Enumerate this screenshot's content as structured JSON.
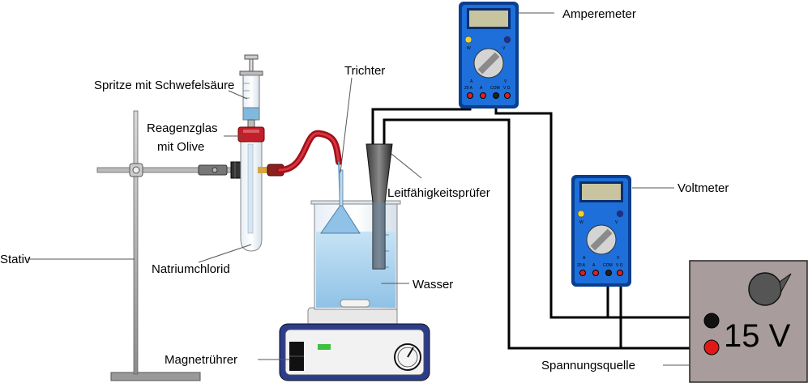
{
  "labels": {
    "spritze": "Spritze mit Schwefelsäure",
    "reagenzglas_1": "Reagenzglas",
    "reagenzglas_2": "mit Olive",
    "trichter": "Trichter",
    "amperemeter": "Amperemeter",
    "leitfaehigkeit": "Leitfähigkeitsprüfer",
    "voltmeter": "Voltmeter",
    "stativ": "Stativ",
    "natriumchlorid": "Natriumchlorid",
    "wasser": "Wasser",
    "magnetruehrer": "Magnetrührer",
    "spannungsquelle": "Spannungsquelle"
  },
  "power_supply": {
    "voltage": "15 V"
  },
  "meter_terminals": [
    "20 A",
    "A",
    "COM",
    "V Ω"
  ],
  "meter_marks": {
    "w": "W",
    "v": "V",
    "a": "A"
  },
  "colors": {
    "meter_body": "#1e6fd9",
    "meter_frame": "#0a3f8f",
    "display": "#c9c4a0",
    "water": "#a9d3ee",
    "tube_red": "#c0202a",
    "supply_box": "#a89c9c",
    "stirrer_body": "#2c3c8c",
    "stirrer_green": "#3cc23c"
  }
}
